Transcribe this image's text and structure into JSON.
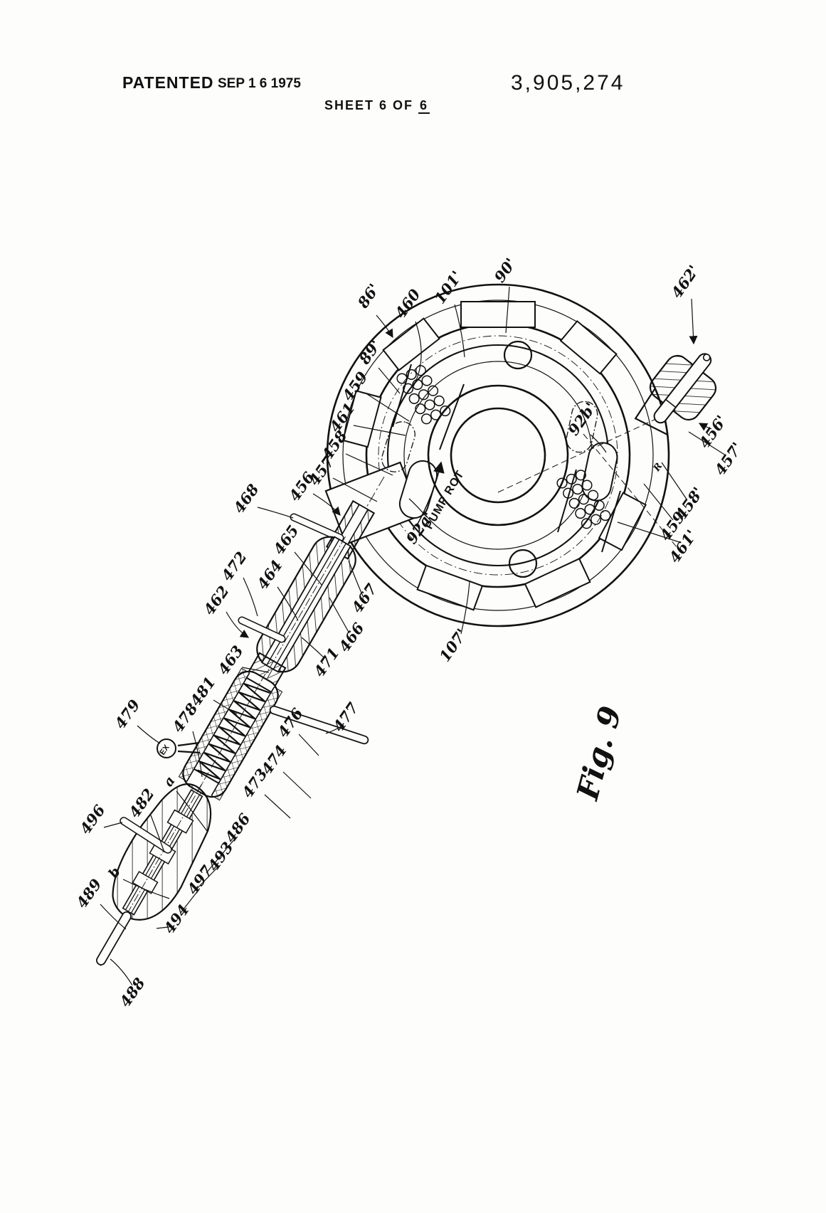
{
  "header": {
    "patented_label": "PATENTED",
    "patent_date": "SEP 1 6 1975",
    "sheet_line_prefix": "SHEET 6 OF",
    "sheet_line_last": "6",
    "patent_number": "3,905,274"
  },
  "figure": {
    "caption": "Fig. 9",
    "rotation_note": "PUMP ROT.",
    "exhaust_port": "EX",
    "radius_mark": "R",
    "section_letter_a": "a",
    "section_letter_b": "b"
  },
  "ref_numerals": {
    "n86p": "86'",
    "n89p": "89'",
    "n90p": "90'",
    "n101p": "101'",
    "n107p": "107'",
    "n460": "460",
    "n462p": "462'",
    "n456p": "456'",
    "n457p": "457'",
    "n458p": "458'",
    "n459p": "459'",
    "n461p": "461'",
    "n92a": "92a'",
    "n92b": "92b'",
    "n456": "456",
    "n457": "457",
    "n458": "458",
    "n459": "459",
    "n461": "461",
    "n462": "462",
    "n463": "463",
    "n464": "464",
    "n465": "465",
    "n466": "466",
    "n467": "467",
    "n468": "468",
    "n471": "471",
    "n472": "472",
    "n473": "473",
    "n474": "474",
    "n476": "476",
    "n477": "477",
    "n478": "478",
    "n479": "479",
    "n481": "481",
    "n482": "482",
    "n486": "486",
    "n488": "488",
    "n489": "489",
    "n493": "493",
    "n494": "494",
    "n496": "496",
    "n497": "497"
  }
}
